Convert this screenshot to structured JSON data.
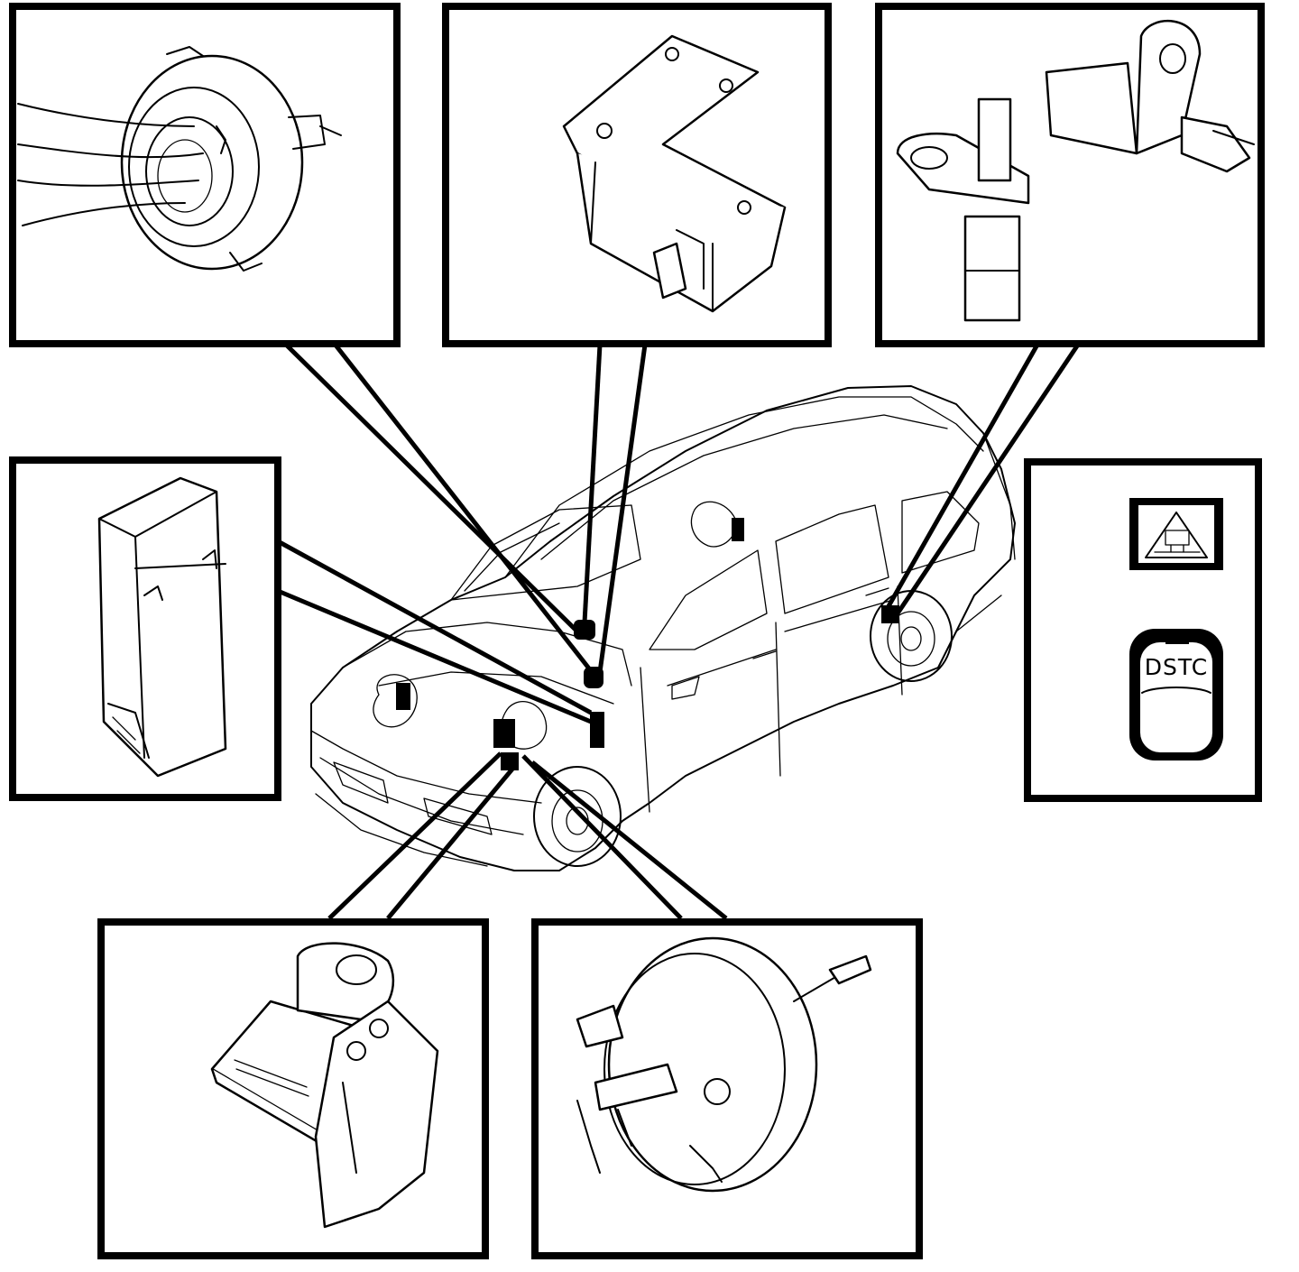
{
  "figure": {
    "callout_panels": [
      {
        "id": "steering-wheel-sensor",
        "icon": "steering-angle-sensor-icon"
      },
      {
        "id": "control-module",
        "icon": "control-module-icon"
      },
      {
        "id": "wheel-speed-sensor",
        "icon": "wheel-sensor-icon"
      },
      {
        "id": "yaw-rate-sensor",
        "icon": "yaw-sensor-module-icon"
      },
      {
        "id": "hydraulic-unit",
        "icon": "hydraulic-modulator-icon"
      },
      {
        "id": "brake-booster",
        "icon": "brake-booster-icon"
      },
      {
        "id": "indicators",
        "icon": "warning-lamp-icon"
      }
    ],
    "dstc_button_label": "DSTC",
    "colors": {
      "line": "#000000",
      "background": "#ffffff"
    }
  }
}
